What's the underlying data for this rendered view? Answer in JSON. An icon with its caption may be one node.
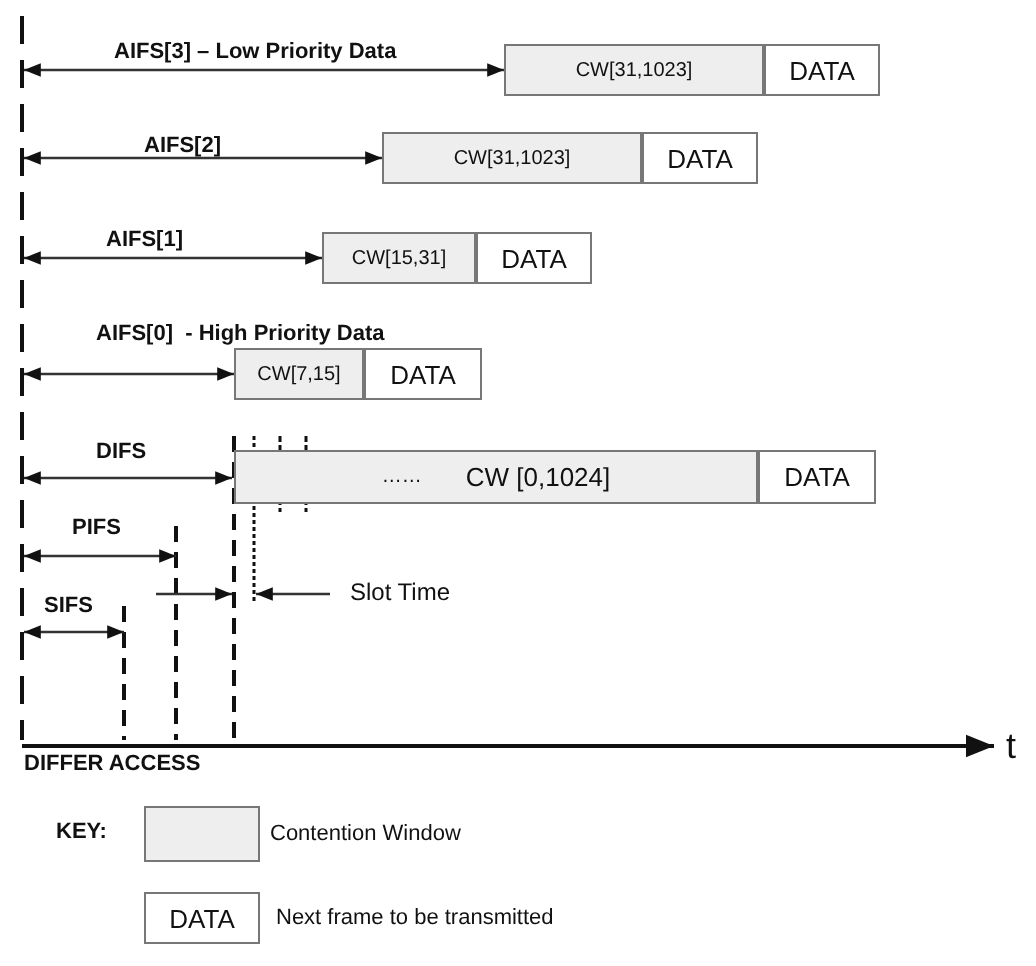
{
  "diagram": {
    "nodes": [
      {
        "text": [
          "CW[31,1023]"
        ]
      },
      {
        "text": [
          "DATA"
        ]
      },
      {
        "text": [
          "CW[31,1023]"
        ]
      },
      {
        "text": [
          "DATA"
        ]
      },
      {
        "text": [
          "CW[15,31]"
        ]
      },
      {
        "text": [
          "DATA"
        ]
      },
      {
        "text": [
          "CW[7,15]"
        ]
      },
      {
        "text": [
          "DATA"
        ]
      },
      {
        "text": [
          "……",
          "CW [0,1024]"
        ]
      },
      {
        "text": [
          "DATA"
        ]
      }
    ],
    "labels": [
      "AIFS[3] – Low Priority Data",
      "AIFS[2]",
      "AIFS[1]",
      "AIFS[0]  - High Priority Data",
      "DIFS",
      "PIFS",
      "Slot Time",
      "SIFS",
      "DIFFER ACCESS",
      "t",
      "KEY:",
      "DATA"
    ],
    "legend": [
      {
        "text": "Contention Window",
        "color": "#eeeeee"
      },
      {
        "text": "Next frame to be transmitted"
      }
    ]
  }
}
